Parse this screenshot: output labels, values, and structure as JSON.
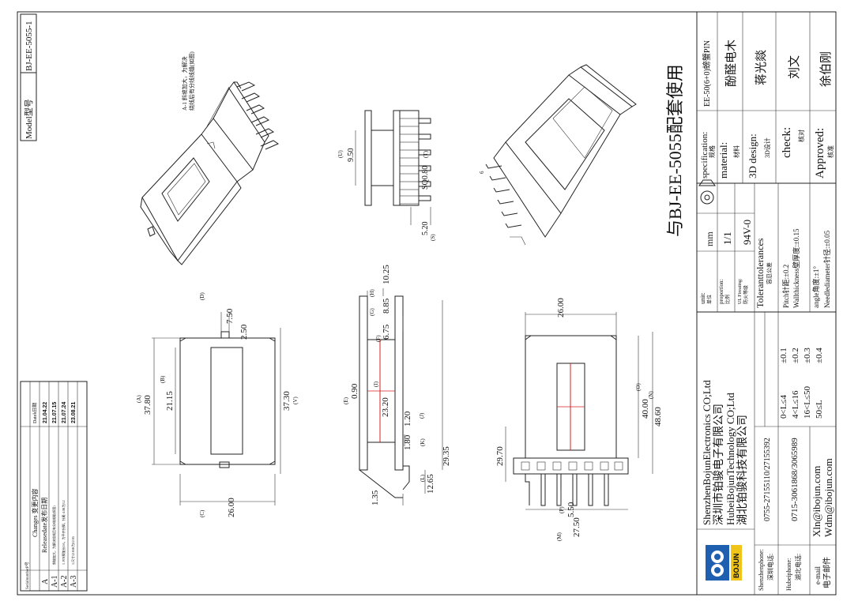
{
  "model_box": {
    "label": "Model型号",
    "value": "BJ-EE-5055-1"
  },
  "changes_table": {
    "headers": [
      "SerialnumberP号",
      "Changes 变更内容",
      "Dateh日期"
    ],
    "rows": [
      {
        "serial": "A",
        "change": "Releasedate发布日期",
        "date": "21.04.22"
      },
      {
        "serial": "A-1",
        "change": "斜坡加大，为解决绕线后有分线线缝(如图)",
        "date": "21.07.15"
      },
      {
        "serial": "A-2",
        "change": "1. PIN脚加长0.6，为平齐针脚，针尾-4.0K为3.2",
        "date": "21.07.24"
      },
      {
        "serial": "A-3",
        "change": "1.尺寸12.65K为12.65",
        "date": "23.08.21"
      }
    ]
  },
  "note_a1": [
    "A-1 斜坡加大，为解决",
    "绕线后有分线线缝(如图)"
  ],
  "pin_note": "6",
  "usage_title": "与BJ-EE-5055配套使用",
  "dims": {
    "d750": "7.50",
    "d250": "2.50",
    "d3780": "37.80",
    "d2115": "21.15",
    "d3730": "37.30",
    "d2600": "26.00",
    "lA": "(A)",
    "lB": "(B)",
    "lC": "(C)",
    "lD": "(D)",
    "lV": "(V)",
    "d1025": "10.25",
    "d885": "8.85",
    "d675": "6.75",
    "d090": "0.90",
    "d2320": "23.20",
    "d120": "1.20",
    "d180": "1.80",
    "d2935": "29.35",
    "d1265": "12.65",
    "d135": "1.35",
    "lH": "(H)",
    "lG": "(G)",
    "lF": "(F)",
    "lE": "(E)",
    "lI": "(I)",
    "lJ": "(J)",
    "lK": "(K)",
    "lL": "(L)",
    "d950": "9.50",
    "dsq": "SQ0.80",
    "d520": "5.20",
    "lU": "(U)",
    "lT": "(T)",
    "lS": "(S)",
    "d2600b": "26.00",
    "d4000": "40.00",
    "d4860": "48.60",
    "d2970": "29.70",
    "d550": "5.50",
    "d2750": "27.50",
    "lO": "(O)",
    "lN": "(N)",
    "lP": "(P)",
    "lM": "(M)"
  },
  "title_block": {
    "specification_label": "specification:",
    "specification_cn": "规格",
    "specification_value": "EE-50(6+0)螃蟹PIN",
    "material_label": "material:",
    "material_cn": "材料",
    "material_value": "酚醛电木",
    "design_label": "3D design:",
    "design_cn": "3D设计",
    "design_value": "蒋光燚",
    "check_label": "check:",
    "check_cn": "核对",
    "check_value": "刘文",
    "approved_label": "Approved:",
    "approved_cn": "核准",
    "approved_value": "徐伯刚",
    "unit_label": "unit:",
    "unit_cn": "单位",
    "unit_value": "mm",
    "proportion_label": "proportion:",
    "proportion_cn": "比例",
    "proportion_value": "1/1",
    "ul_label": "UL Fireating:",
    "ul_cn": "防火等级",
    "ul_value": "94V-0",
    "tol_title": "Toleranttolerances",
    "tol_cn": "容忍公差",
    "tol_rows": [
      {
        "range": "0<L≤4",
        "tol": "±0.1"
      },
      {
        "range": "4<L≤16",
        "tol": "±0.2"
      },
      {
        "range": "16<L≤50",
        "tol": "±0.3"
      },
      {
        "range": "50≤L",
        "tol": "±0.4"
      }
    ],
    "tol_notes": [
      "Pitch针距:±0.2",
      "Wallthickness壁厚度:±0.15",
      "angle角度:±1°",
      "Needlediameter针径:±0.05"
    ],
    "company": [
      "ShenzhenBojunElectronics CO;Ltd",
      "深圳市铂骏电子有限公司",
      "HubeiBojunTechnology CO;Ltd",
      "湖北铂骏科技有限公司"
    ],
    "phones": [
      {
        "label": "Shenzhenphone:",
        "cn": "深圳电话:",
        "value": "0755-27155110/27155392"
      },
      {
        "label": "Hubeiphone:",
        "cn": "湖北电话:",
        "value": "0715-3061868/3065989"
      },
      {
        "label": "e-mail",
        "cn": "电子邮件",
        "value1": "Xln@ibojun.com",
        "value2": "Wdm@ibojun.com"
      }
    ],
    "logo_text": "BOJUN"
  },
  "colors": {
    "red": "#d62020",
    "logo_blue": "#1f5fb0",
    "logo_yellow": "#f0c419"
  }
}
